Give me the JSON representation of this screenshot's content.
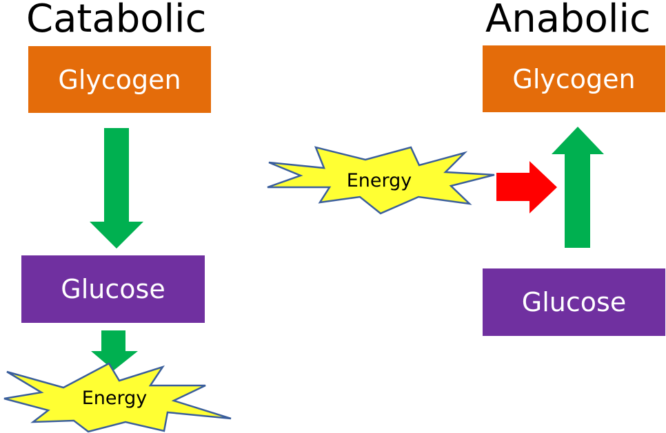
{
  "diagram": {
    "catabolic": {
      "title": "Catabolic",
      "top_box": "Glycogen",
      "bottom_box": "Glucose",
      "energy": "Energy"
    },
    "anabolic": {
      "title": "Anabolic",
      "top_box": "Glycogen",
      "bottom_box": "Glucose",
      "energy": "Energy"
    },
    "colors": {
      "glycogen": "#E46C0A",
      "glucose": "#7030A0",
      "arrow_green": "#00B050",
      "arrow_red": "#FF0000",
      "energy_fill": "#FFFF33",
      "energy_outline": "#3A5E9C"
    }
  }
}
